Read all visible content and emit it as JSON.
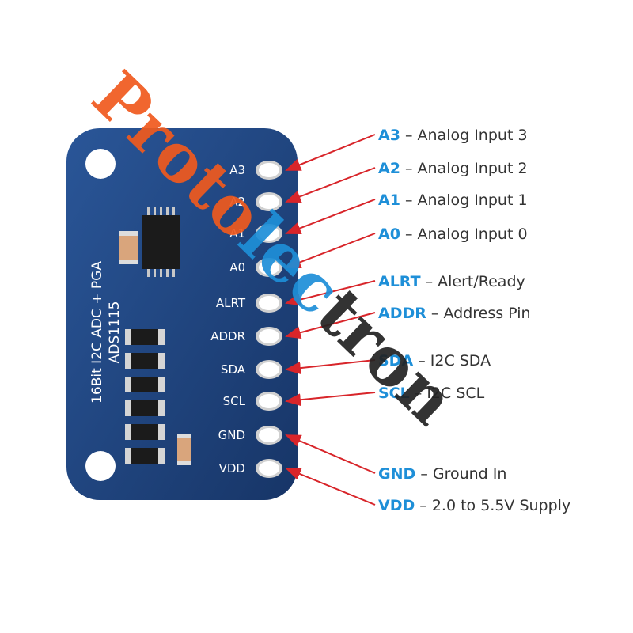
{
  "board": {
    "title_line1": "16Bit I2C ADC + PGA",
    "title_line2": "ADS1115",
    "color": "#1c3f7a",
    "pins": [
      "A3",
      "A2",
      "A1",
      "A0",
      "ALRT",
      "ADDR",
      "SDA",
      "SCL",
      "GND",
      "VDD"
    ]
  },
  "callouts": [
    {
      "pin": "A3",
      "desc": " – Analog Input 3"
    },
    {
      "pin": "A2",
      "desc": " – Analog Input 2"
    },
    {
      "pin": "A1",
      "desc": " – Analog Input 1"
    },
    {
      "pin": "A0",
      "desc": " – Analog Input 0"
    },
    {
      "pin": "ALRT",
      "desc": " – Alert/Ready"
    },
    {
      "pin": "ADDR",
      "desc": " – Address Pin"
    },
    {
      "pin": "SDA",
      "desc": " – I2C SDA"
    },
    {
      "pin": "SCL",
      "desc": " – I2C SCL"
    },
    {
      "pin": "GND",
      "desc": " – Ground In"
    },
    {
      "pin": "VDD",
      "desc": " – 2.0 to 5.5V Supply"
    }
  ],
  "watermark": {
    "segments": [
      {
        "text": "Proto",
        "color": "#f05a1e"
      },
      {
        "text": "lec",
        "color": "#1e8fd8"
      },
      {
        "text": "tron",
        "color": "#222222"
      }
    ]
  },
  "colors": {
    "accent_blue": "#1e8fd8",
    "arrow_red": "#d8252a",
    "pad": "#ffffff"
  }
}
